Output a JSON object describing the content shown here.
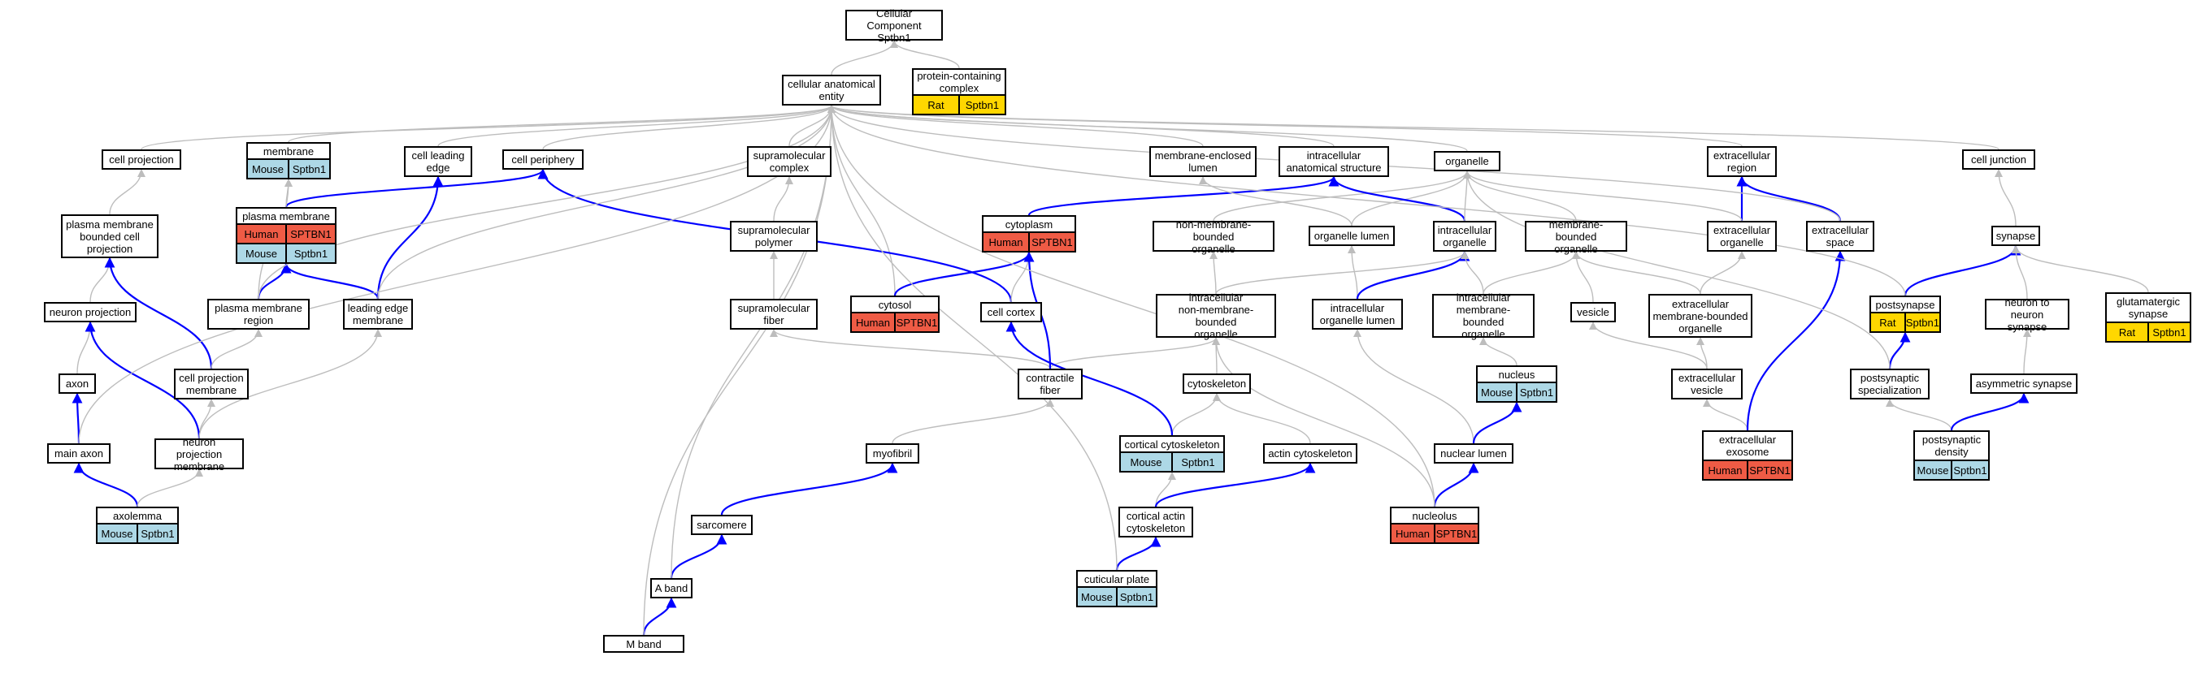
{
  "nodes": [
    {
      "id": "cc",
      "label": "Cellular Component\nSptbn1",
      "rows": []
    },
    {
      "id": "pcc",
      "label": "protein-containing\ncomplex",
      "rows": [
        [
          "Rat",
          "Sptbn1"
        ]
      ]
    },
    {
      "id": "cae",
      "label": "cellular anatomical\nentity",
      "rows": []
    },
    {
      "id": "cproj",
      "label": "cell projection",
      "rows": []
    },
    {
      "id": "membrane",
      "label": "membrane",
      "rows": [
        [
          "Mouse",
          "Sptbn1"
        ]
      ]
    },
    {
      "id": "cle",
      "label": "cell leading\nedge",
      "rows": []
    },
    {
      "id": "cperiph",
      "label": "cell periphery",
      "rows": []
    },
    {
      "id": "supcomplex",
      "label": "supramolecular\ncomplex",
      "rows": []
    },
    {
      "id": "melumen",
      "label": "membrane-enclosed\nlumen",
      "rows": []
    },
    {
      "id": "ias",
      "label": "intracellular\nanatomical structure",
      "rows": []
    },
    {
      "id": "organelle",
      "label": "organelle",
      "rows": []
    },
    {
      "id": "ecregion",
      "label": "extracellular\nregion",
      "rows": []
    },
    {
      "id": "celljunction",
      "label": "cell junction",
      "rows": []
    },
    {
      "id": "pmbcp",
      "label": "plasma membrane\nbounded cell\nprojection",
      "rows": []
    },
    {
      "id": "pm",
      "label": "plasma membrane",
      "rows": [
        [
          "Human",
          "SPTBN1"
        ],
        [
          "Mouse",
          "Sptbn1"
        ]
      ]
    },
    {
      "id": "suppolymer",
      "label": "supramolecular\npolymer",
      "rows": []
    },
    {
      "id": "cytoplasm",
      "label": "cytoplasm",
      "rows": [
        [
          "Human",
          "SPTBN1"
        ]
      ]
    },
    {
      "id": "nmbo",
      "label": "non-membrane-bounded\norganelle",
      "rows": []
    },
    {
      "id": "olumen",
      "label": "organelle lumen",
      "rows": []
    },
    {
      "id": "icorg",
      "label": "intracellular\norganelle",
      "rows": []
    },
    {
      "id": "mbo",
      "label": "membrane-bounded\norganelle",
      "rows": []
    },
    {
      "id": "ecorg",
      "label": "extracellular\norganelle",
      "rows": []
    },
    {
      "id": "ecspace",
      "label": "extracellular\nspace",
      "rows": []
    },
    {
      "id": "synapse",
      "label": "synapse",
      "rows": []
    },
    {
      "id": "nproj",
      "label": "neuron projection",
      "rows": []
    },
    {
      "id": "pmregion",
      "label": "plasma membrane\nregion",
      "rows": []
    },
    {
      "id": "lem",
      "label": "leading edge\nmembrane",
      "rows": []
    },
    {
      "id": "supfiber",
      "label": "supramolecular\nfiber",
      "rows": []
    },
    {
      "id": "cytosol",
      "label": "cytosol",
      "rows": [
        [
          "Human",
          "SPTBN1"
        ]
      ]
    },
    {
      "id": "ccortex",
      "label": "cell cortex",
      "rows": []
    },
    {
      "id": "inmbo",
      "label": "intracellular\nnon-membrane-bounded\norganelle",
      "rows": []
    },
    {
      "id": "iolumen",
      "label": "intracellular\norganelle lumen",
      "rows": []
    },
    {
      "id": "imbo",
      "label": "intracellular\nmembrane-bounded\norganelle",
      "rows": []
    },
    {
      "id": "vesicle",
      "label": "vesicle",
      "rows": []
    },
    {
      "id": "ecmbo",
      "label": "extracellular\nmembrane-bounded\norganelle",
      "rows": []
    },
    {
      "id": "postsynapse",
      "label": "postsynapse",
      "rows": [
        [
          "Rat",
          "Sptbn1"
        ]
      ]
    },
    {
      "id": "n2n",
      "label": "neuron to neuron\nsynapse",
      "rows": []
    },
    {
      "id": "glut",
      "label": "glutamatergic\nsynapse",
      "rows": [
        [
          "Rat",
          "Sptbn1"
        ]
      ]
    },
    {
      "id": "axon",
      "label": "axon",
      "rows": []
    },
    {
      "id": "cpm",
      "label": "cell projection\nmembrane",
      "rows": []
    },
    {
      "id": "cfiber",
      "label": "contractile\nfiber",
      "rows": []
    },
    {
      "id": "cytoskeleton",
      "label": "cytoskeleton",
      "rows": []
    },
    {
      "id": "nucleus",
      "label": "nucleus",
      "rows": [
        [
          "Mouse",
          "Sptbn1"
        ]
      ]
    },
    {
      "id": "ecvesicle",
      "label": "extracellular\nvesicle",
      "rows": []
    },
    {
      "id": "psspec",
      "label": "postsynaptic\nspecialization",
      "rows": []
    },
    {
      "id": "asymsyn",
      "label": "asymmetric synapse",
      "rows": []
    },
    {
      "id": "mainaxon",
      "label": "main axon",
      "rows": []
    },
    {
      "id": "npm",
      "label": "neuron projection\nmembrane",
      "rows": []
    },
    {
      "id": "myofibril",
      "label": "myofibril",
      "rows": []
    },
    {
      "id": "ccsk",
      "label": "cortical cytoskeleton",
      "rows": [
        [
          "Mouse",
          "Sptbn1"
        ]
      ]
    },
    {
      "id": "acsk",
      "label": "actin cytoskeleton",
      "rows": []
    },
    {
      "id": "nlumen",
      "label": "nuclear lumen",
      "rows": []
    },
    {
      "id": "exosome",
      "label": "extracellular\nexosome",
      "rows": [
        [
          "Human",
          "SPTBN1"
        ]
      ]
    },
    {
      "id": "psd",
      "label": "postsynaptic\ndensity",
      "rows": [
        [
          "Mouse",
          "Sptbn1"
        ]
      ]
    },
    {
      "id": "axolemma",
      "label": "axolemma",
      "rows": [
        [
          "Mouse",
          "Sptbn1"
        ]
      ]
    },
    {
      "id": "sarcomere",
      "label": "sarcomere",
      "rows": []
    },
    {
      "id": "cacsk",
      "label": "cortical actin\ncytoskeleton",
      "rows": []
    },
    {
      "id": "nucleolus",
      "label": "nucleolus",
      "rows": [
        [
          "Human",
          "SPTBN1"
        ]
      ]
    },
    {
      "id": "aband",
      "label": "A band",
      "rows": []
    },
    {
      "id": "cplate",
      "label": "cuticular plate",
      "rows": [
        [
          "Mouse",
          "Sptbn1"
        ]
      ]
    },
    {
      "id": "mband",
      "label": "M band",
      "rows": []
    }
  ],
  "edges": [
    [
      "cae",
      "cc",
      0
    ],
    [
      "pcc",
      "cc",
      0
    ],
    [
      "cproj",
      "cae",
      0
    ],
    [
      "membrane",
      "cae",
      0
    ],
    [
      "cle",
      "cae",
      0
    ],
    [
      "cperiph",
      "cae",
      0
    ],
    [
      "supcomplex",
      "cae",
      0
    ],
    [
      "melumen",
      "cae",
      0
    ],
    [
      "ias",
      "cae",
      0
    ],
    [
      "organelle",
      "cae",
      0
    ],
    [
      "ecregion",
      "cae",
      0
    ],
    [
      "celljunction",
      "cae",
      0
    ],
    [
      "cytosol",
      "cae",
      0
    ],
    [
      "pmbcp",
      "cproj",
      0
    ],
    [
      "pm",
      "membrane",
      0
    ],
    [
      "pm",
      "cperiph",
      1
    ],
    [
      "suppolymer",
      "supcomplex",
      0
    ],
    [
      "cytoplasm",
      "ias",
      1
    ],
    [
      "nmbo",
      "organelle",
      0
    ],
    [
      "olumen",
      "melumen",
      0
    ],
    [
      "olumen",
      "organelle",
      0
    ],
    [
      "icorg",
      "ias",
      1
    ],
    [
      "icorg",
      "organelle",
      0
    ],
    [
      "mbo",
      "organelle",
      0
    ],
    [
      "ecorg",
      "ecregion",
      1
    ],
    [
      "ecorg",
      "organelle",
      0
    ],
    [
      "ecspace",
      "ecregion",
      1
    ],
    [
      "synapse",
      "celljunction",
      0
    ],
    [
      "nproj",
      "pmbcp",
      0
    ],
    [
      "pmregion",
      "pm",
      1
    ],
    [
      "pmregion",
      "membrane",
      0
    ],
    [
      "lem",
      "cle",
      1
    ],
    [
      "lem",
      "pm",
      1
    ],
    [
      "supfiber",
      "suppolymer",
      0
    ],
    [
      "cytosol",
      "cytoplasm",
      1
    ],
    [
      "ccortex",
      "cperiph",
      1
    ],
    [
      "ccortex",
      "cytoplasm",
      0
    ],
    [
      "inmbo",
      "nmbo",
      0
    ],
    [
      "inmbo",
      "icorg",
      0
    ],
    [
      "iolumen",
      "olumen",
      0
    ],
    [
      "iolumen",
      "icorg",
      1
    ],
    [
      "imbo",
      "mbo",
      0
    ],
    [
      "imbo",
      "icorg",
      0
    ],
    [
      "vesicle",
      "mbo",
      0
    ],
    [
      "ecmbo",
      "mbo",
      0
    ],
    [
      "ecmbo",
      "ecorg",
      0
    ],
    [
      "postsynapse",
      "synapse",
      1
    ],
    [
      "n2n",
      "synapse",
      0
    ],
    [
      "glut",
      "synapse",
      0
    ],
    [
      "axon",
      "nproj",
      0
    ],
    [
      "cpm",
      "pmbcp",
      1
    ],
    [
      "cpm",
      "pmregion",
      0
    ],
    [
      "cfiber",
      "supfiber",
      0
    ],
    [
      "cfiber",
      "inmbo",
      0
    ],
    [
      "cfiber",
      "cytoplasm",
      1
    ],
    [
      "cytoskeleton",
      "inmbo",
      0
    ],
    [
      "nucleus",
      "imbo",
      0
    ],
    [
      "ecvesicle",
      "vesicle",
      0
    ],
    [
      "ecvesicle",
      "ecmbo",
      0
    ],
    [
      "psspec",
      "postsynapse",
      1
    ],
    [
      "asymsyn",
      "n2n",
      0
    ],
    [
      "mainaxon",
      "axon",
      1
    ],
    [
      "npm",
      "cpm",
      0
    ],
    [
      "npm",
      "nproj",
      1
    ],
    [
      "npm",
      "lem",
      0
    ],
    [
      "myofibril",
      "cfiber",
      0
    ],
    [
      "ccsk",
      "cytoskeleton",
      0
    ],
    [
      "ccsk",
      "ccortex",
      1
    ],
    [
      "acsk",
      "cytoskeleton",
      0
    ],
    [
      "nlumen",
      "iolumen",
      0
    ],
    [
      "nlumen",
      "nucleus",
      1
    ],
    [
      "exosome",
      "ecvesicle",
      0
    ],
    [
      "exosome",
      "ecspace",
      1
    ],
    [
      "psd",
      "psspec",
      0
    ],
    [
      "psd",
      "asymsyn",
      1
    ],
    [
      "axolemma",
      "mainaxon",
      1
    ],
    [
      "axolemma",
      "npm",
      0
    ],
    [
      "sarcomere",
      "myofibril",
      1
    ],
    [
      "cacsk",
      "ccsk",
      0
    ],
    [
      "cacsk",
      "acsk",
      1
    ],
    [
      "nucleolus",
      "nlumen",
      1
    ],
    [
      "nucleolus",
      "inmbo",
      0
    ],
    [
      "aband",
      "sarcomere",
      1
    ],
    [
      "cplate",
      "cacsk",
      1
    ],
    [
      "mband",
      "aband",
      1
    ],
    [
      "mainaxon",
      "cae",
      0
    ],
    [
      "aband",
      "cae",
      0
    ],
    [
      "mband",
      "cae",
      0
    ],
    [
      "cplate",
      "cae",
      0
    ],
    [
      "pmregion",
      "cae",
      0
    ],
    [
      "lem",
      "cae",
      0
    ],
    [
      "nucleolus",
      "cae",
      0
    ],
    [
      "ecspace",
      "cae",
      0
    ],
    [
      "postsynapse",
      "cae",
      0
    ],
    [
      "psspec",
      "organelle",
      0
    ]
  ]
}
